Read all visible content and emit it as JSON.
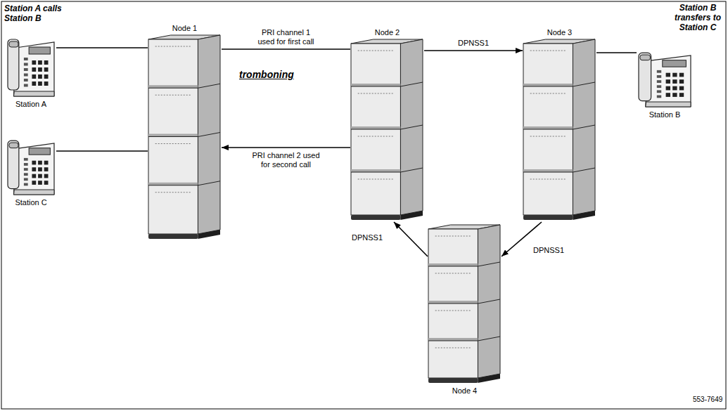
{
  "diagram": {
    "nodes": [
      {
        "text": [
          "Station A"
        ]
      },
      {
        "text": [
          "Station C"
        ]
      },
      {
        "text": [
          "Node 1"
        ]
      },
      {
        "text": [
          "Node 2"
        ]
      },
      {
        "text": [
          "Node 3"
        ]
      },
      {
        "text": [
          "Station B"
        ]
      },
      {
        "text": [
          "Node 4"
        ]
      }
    ],
    "edges": [
      {
        "from": 0,
        "to": 2,
        "arrow": "none"
      },
      {
        "from": 1,
        "to": 2,
        "arrow": "none"
      },
      {
        "from": 2,
        "to": 3,
        "arrow": "none",
        "label": "PRI channel 1 used for first call"
      },
      {
        "from": 3,
        "to": 2,
        "arrow": "to",
        "label": "PRI channel 2 used for second call"
      },
      {
        "from": 3,
        "to": 4,
        "arrow": "to",
        "label": "DPNSS1"
      },
      {
        "from": 4,
        "to": 6,
        "arrow": "to",
        "label": "DPNSS1"
      },
      {
        "from": 6,
        "to": 3,
        "arrow": "to",
        "label": "DPNSS1"
      },
      {
        "from": 4,
        "to": 5,
        "arrow": "none"
      }
    ],
    "labels": [
      "Station A calls Station B",
      "tromboning",
      "Station B transfers to Station C",
      "553-7649"
    ]
  }
}
